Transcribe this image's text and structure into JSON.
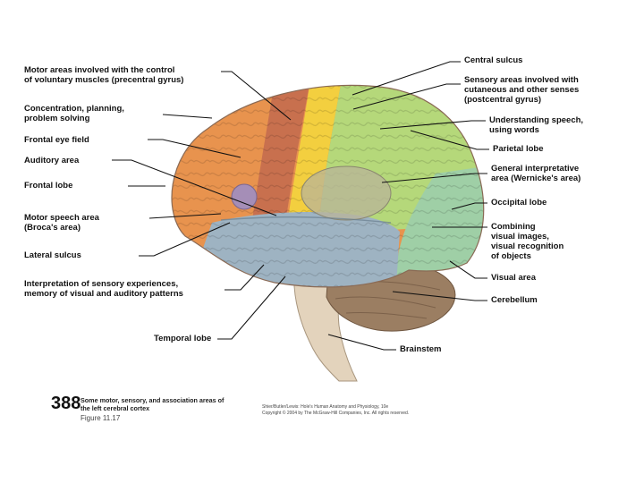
{
  "labels_left": [
    "Motor areas involved with the control\nof voluntary muscles (precentral gyrus)",
    "Concentration, planning,\nproblem solving",
    "Frontal eye field",
    "Auditory area",
    "Frontal lobe",
    "Motor speech area\n(Broca's area)",
    "Lateral sulcus",
    "Interpretation of sensory experiences,\nmemory of visual and auditory patterns",
    "Temporal lobe"
  ],
  "labels_right": [
    "Central sulcus",
    "Sensory areas involved with\ncutaneous and other senses\n(postcentral gyrus)",
    "Understanding speech,\nusing words",
    "Parietal lobe",
    "General interpretative\narea (Wernicke's area)",
    "Occipital lobe",
    "Combining\nvisual images,\nvisual recognition\nof objects",
    "Visual area",
    "Cerebellum",
    "Brainstem"
  ],
  "figure_number": "388",
  "caption": "Some motor, sensory, and association areas of\nthe left cerebral cortex",
  "figure_label": "Figure 11.17",
  "credit": "Shier/Butler/Lewis: Hole's Human Anatomy and Physiology, 10e\nCopyright © 2004 by The McGraw-Hill Companies, Inc. All rights reserved.",
  "colors": {
    "frontal": "#e8934e",
    "precentral": "#c8704e",
    "postcentral": "#f3cf3f",
    "parietal": "#b5d87a",
    "occipital": "#9fcfa6",
    "temporal": "#9eb3c2",
    "wernicke": "#b9b49a",
    "broca": "#a58eb7",
    "cerebellum": "#9b7e62",
    "brainstem": "#e3d3bc",
    "label_line": "#111111"
  }
}
